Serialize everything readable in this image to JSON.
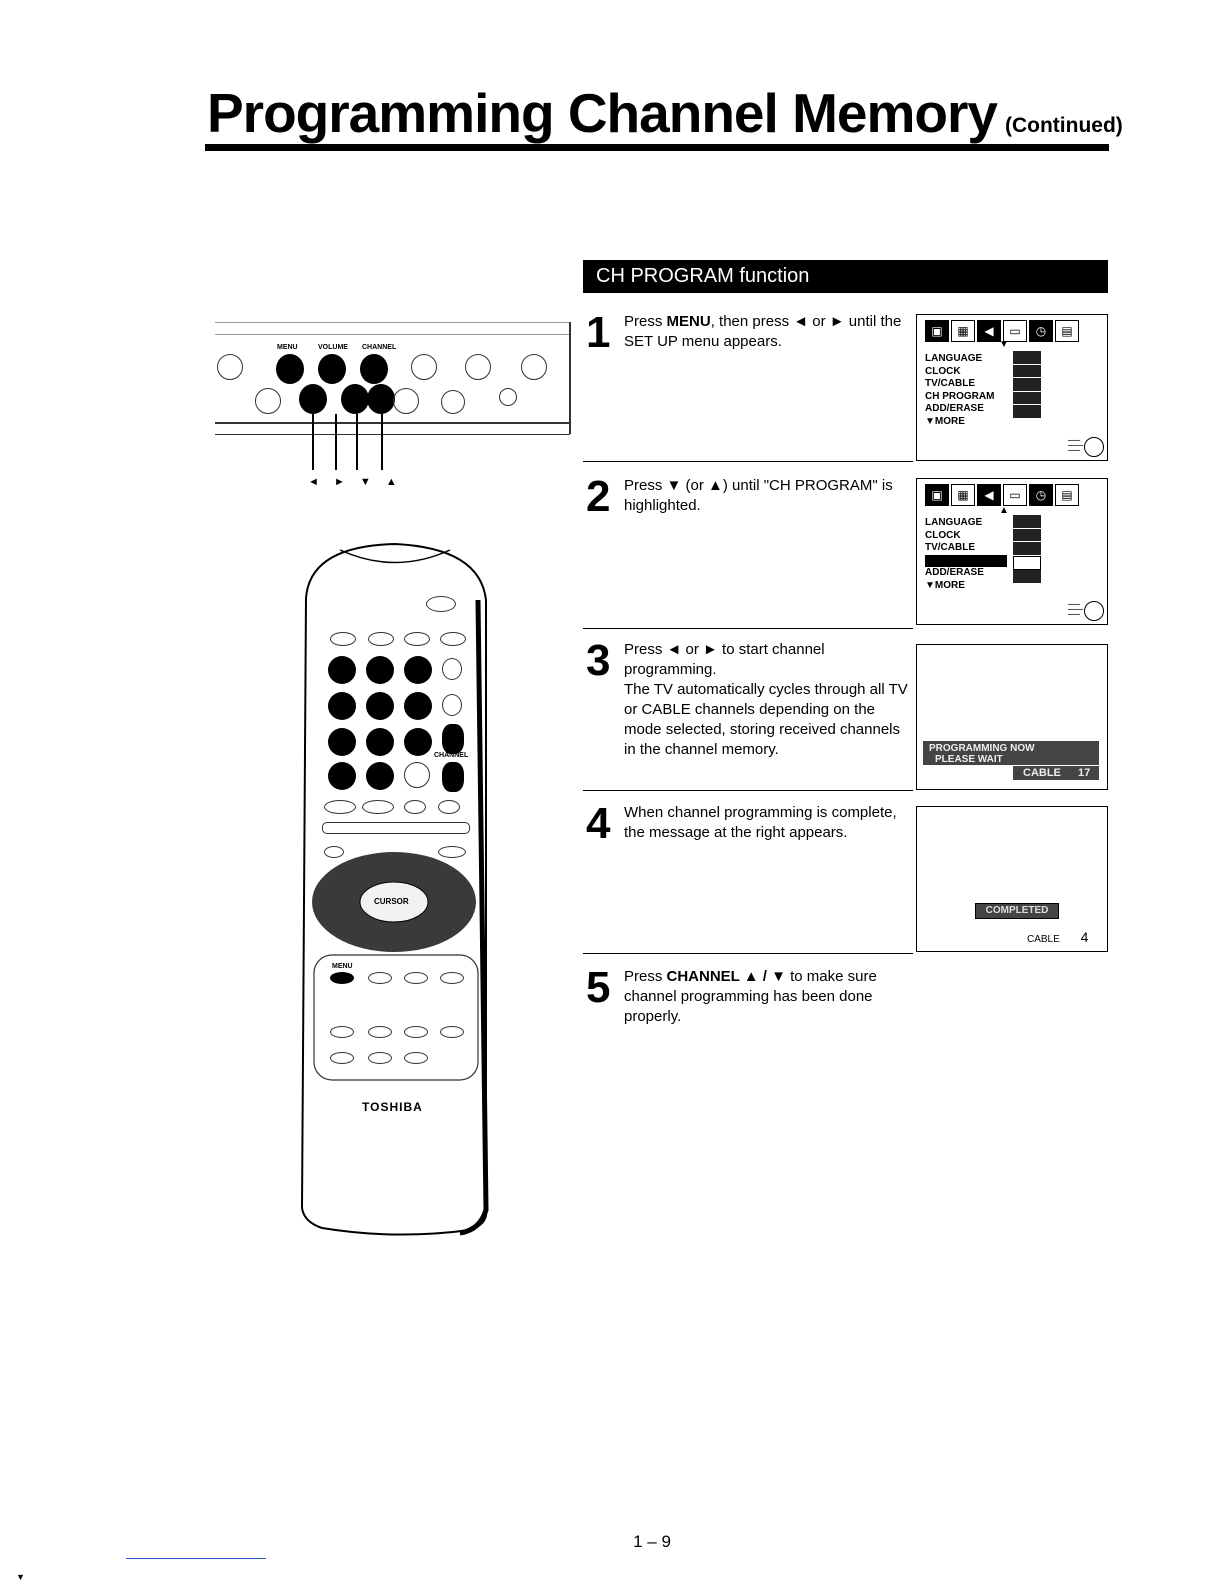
{
  "header": {
    "title": "Programming Channel Memory",
    "continued": "(Continued)"
  },
  "section": {
    "title": "CH PROGRAM function"
  },
  "steps": [
    {
      "number": "1",
      "pre": "Press ",
      "bold": "MENU",
      "post": ", then press ◄ or ► until the SET UP menu appears."
    },
    {
      "number": "2",
      "pre": "Press ▼ (or ▲) until \"CH PROGRAM\" is highlighted.",
      "bold": "",
      "post": ""
    },
    {
      "number": "3",
      "pre": "Press ◄ or ► to start channel programming.",
      "bold": "",
      "post": "",
      "extra": "The TV automatically cycles through all TV or CABLE channels depending on the mode selected, storing received channels in the channel memory."
    },
    {
      "number": "4",
      "pre": "When channel programming is complete, the message at the right appears.",
      "bold": "",
      "post": ""
    },
    {
      "number": "5",
      "pre": "Press ",
      "bold": "CHANNEL ▲ / ▼",
      "post": " to make sure channel programming has been done properly."
    }
  ],
  "menu_screen": {
    "items": [
      "LANGUAGE",
      "CLOCK",
      "TV/CABLE",
      "CH PROGRAM",
      "ADD/ERASE",
      "▼MORE"
    ]
  },
  "screen3": {
    "line1": "PROGRAMMING NOW",
    "line2": "PLEASE WAIT",
    "mode": "CABLE",
    "channel": "17"
  },
  "screen4": {
    "message": "COMPLETED",
    "mode": "CABLE",
    "channel": "4"
  },
  "panel": {
    "labels": [
      "MENU",
      "VOLUME",
      "CHANNEL"
    ],
    "arrows": "◄ ►  ▼ ▲"
  },
  "remote": {
    "brand": "TOSHIBA",
    "cursor_label": "CURSOR",
    "menu_label": "MENU",
    "channel_label": "CHANNEL"
  },
  "page_number": "1 – 9"
}
